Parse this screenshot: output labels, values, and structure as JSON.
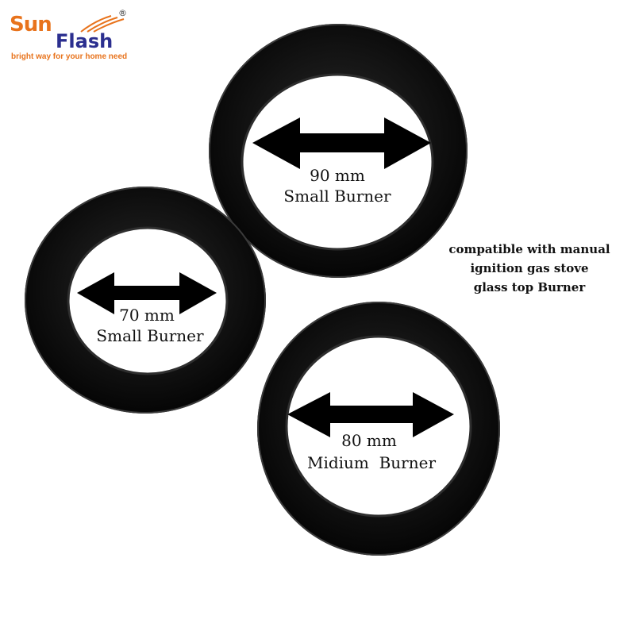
{
  "brand": {
    "logo_text_primary": "Sun",
    "logo_text_secondary": "Flash",
    "registered_mark": "®",
    "tagline": "bright way for your home need",
    "colors": {
      "orange": "#e8731c",
      "navy": "#2b2f8f"
    }
  },
  "rings": [
    {
      "size_label": "90 mm",
      "type_label": "Small Burner"
    },
    {
      "size_label": "70 mm",
      "type_label": "Small Burner"
    },
    {
      "size_label": "80 mm",
      "type_label": "Midium  Burner"
    }
  ],
  "compatibility_note": {
    "line1": "compatible with manual",
    "line2": "ignition gas stove",
    "line3": "glass top Burner"
  },
  "icons": {
    "arrow": "double-headed-arrow-icon",
    "ring": "burner-ring"
  }
}
